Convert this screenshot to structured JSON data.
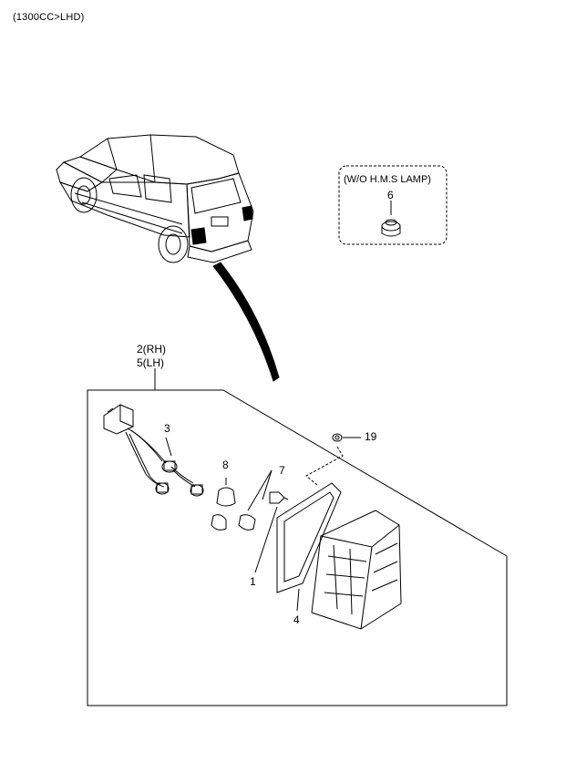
{
  "header": {
    "title": "(1300CC>LHD)"
  },
  "callouts": {
    "option_note": "(W/O H.M.S LAMP)",
    "part_6": "6",
    "assembly_rh": "2(RH)",
    "assembly_lh": "5(LH)",
    "part_3": "3",
    "part_8": "8",
    "part_7": "7",
    "part_19": "19",
    "part_1": "1",
    "part_4": "4"
  }
}
